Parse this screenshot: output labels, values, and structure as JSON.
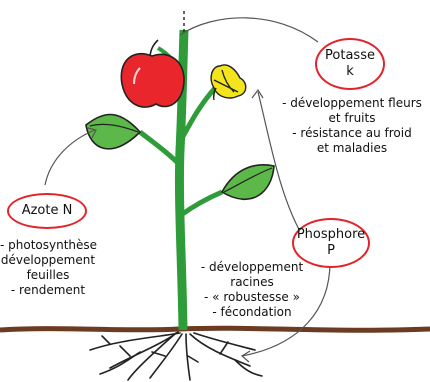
{
  "nutrients": {
    "potasse": {
      "name": "Potasse",
      "symbol": "k",
      "roles": [
        "- développement fleurs",
        "et fruits",
        "- résistance au froid",
        "et maladies"
      ]
    },
    "azote": {
      "name": "Azote N",
      "roles": [
        "- photosynthèse",
        "développement",
        "feuilles",
        "- rendement"
      ]
    },
    "phosphore": {
      "name": "Phosphore",
      "symbol": "P",
      "roles": [
        "- développement",
        "racines",
        "- « robustesse »",
        "- fécondation"
      ]
    }
  },
  "colors": {
    "bubble_border": "#e2242a",
    "stem": "#2f9c3a",
    "leaf": "#5cb848",
    "apple": "#e8262c",
    "flower": "#f2e51d",
    "soil": "#6b3b22"
  }
}
